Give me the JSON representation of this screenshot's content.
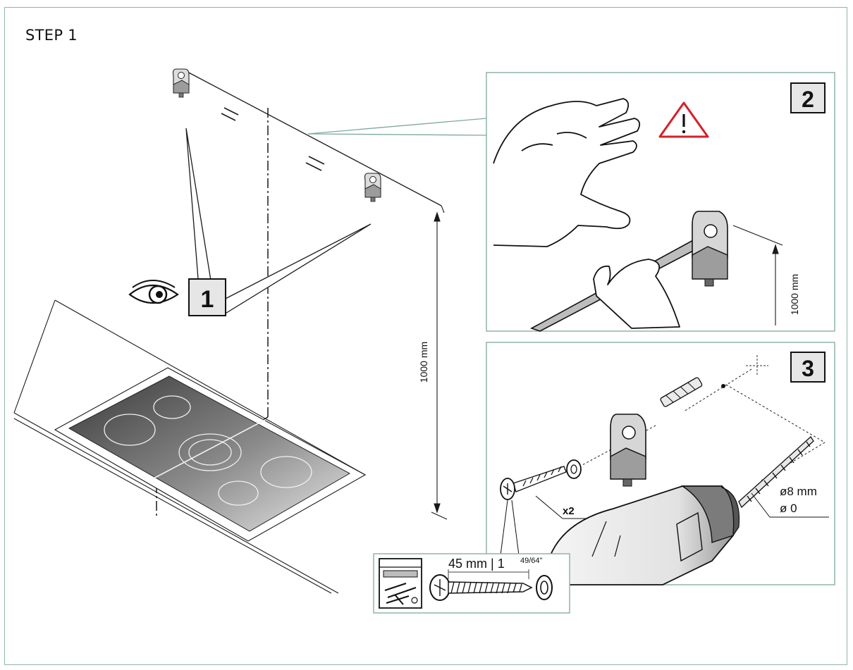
{
  "step_title": "STEP 1",
  "colors": {
    "frame_border": "#8fb4ae",
    "warning_red": "#d6202a",
    "line": "#1a1a1a"
  },
  "main_illustration": {
    "badge_number": "1",
    "height_label": "1000 mm",
    "icons": [
      "eye-icon",
      "wall-bracket-icon",
      "wall-bracket-icon",
      "cooktop-icon",
      "center-line-icon",
      "equal-mark-icon",
      "equal-mark-icon"
    ]
  },
  "panel_2": {
    "badge_number": "2",
    "height_label": "1000 mm",
    "icons": [
      "warning-icon",
      "hand-icon",
      "pencil-icon",
      "wall-bracket-icon"
    ]
  },
  "panel_3": {
    "badge_number": "3",
    "quantity_label": "x2",
    "drill_bit_size_label": "ø8 mm",
    "drill_bit_alt_label": "ø 0",
    "icons": [
      "drill-icon",
      "screw-icon",
      "washer-icon",
      "wall-plug-icon",
      "wall-bracket-icon",
      "crosshair-icon"
    ]
  },
  "screw_detail": {
    "length_label": "45 mm | 1",
    "length_fraction": "49/64\""
  }
}
